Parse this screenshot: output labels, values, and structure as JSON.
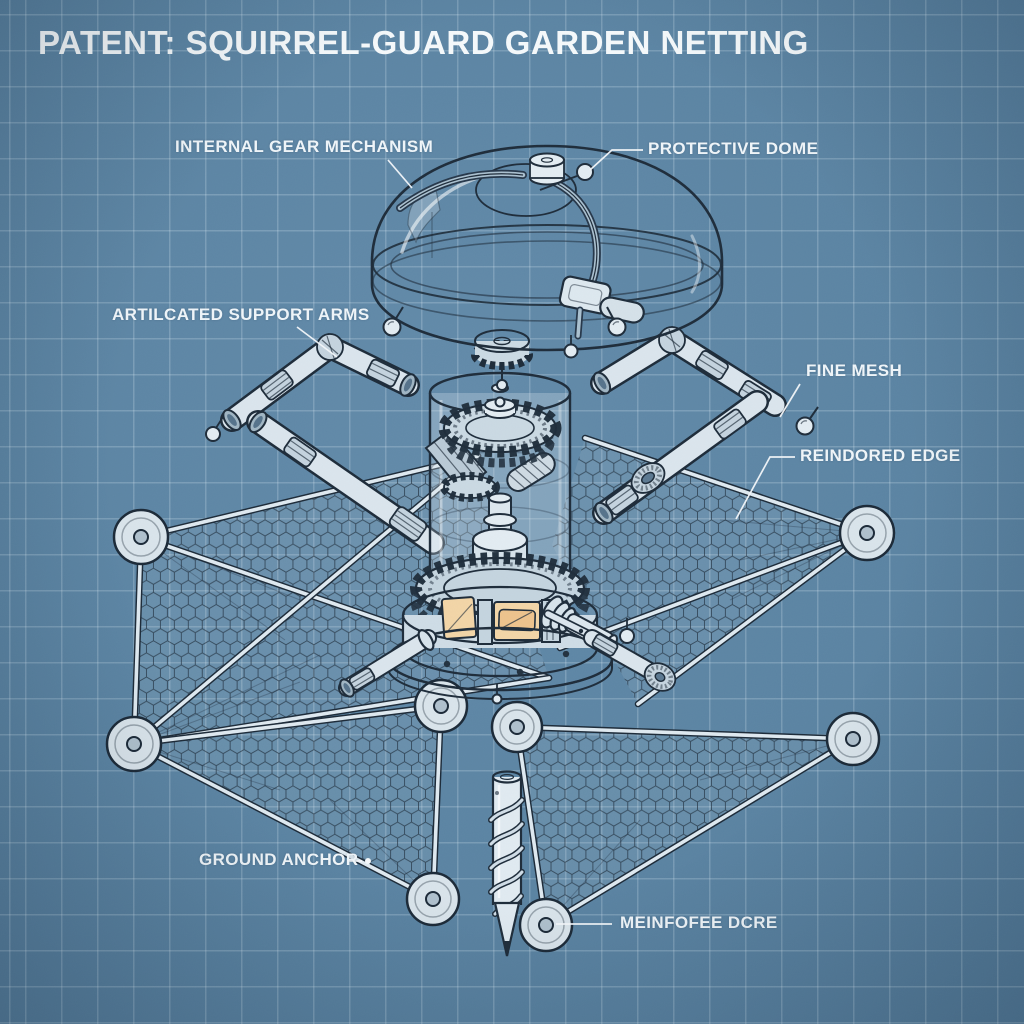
{
  "title": "PATENT: SQUIRREL-GUARD GARDEN NETTING",
  "labels": {
    "internal_gear_mechanism": "INTERNAL GEAR MECHANISM",
    "protective_dome": "PROTECTIVE DOME",
    "articulated_support_arms": "ARTILCATED SUPPORT ARMS",
    "fine_mesh": "FINE MESH",
    "reinforced_edge": "REINDORED EDGE",
    "ground_anchor": "GROUND ANCHOR",
    "reinforced_core": "MEINFOFEE DCRE"
  },
  "colors": {
    "background": "#5a83a2",
    "grid_line": "rgba(225,238,246,0.22)",
    "ink": "#1e2c3a",
    "label_text": "#eef4f8",
    "amber_window": "#f1d4a6"
  }
}
